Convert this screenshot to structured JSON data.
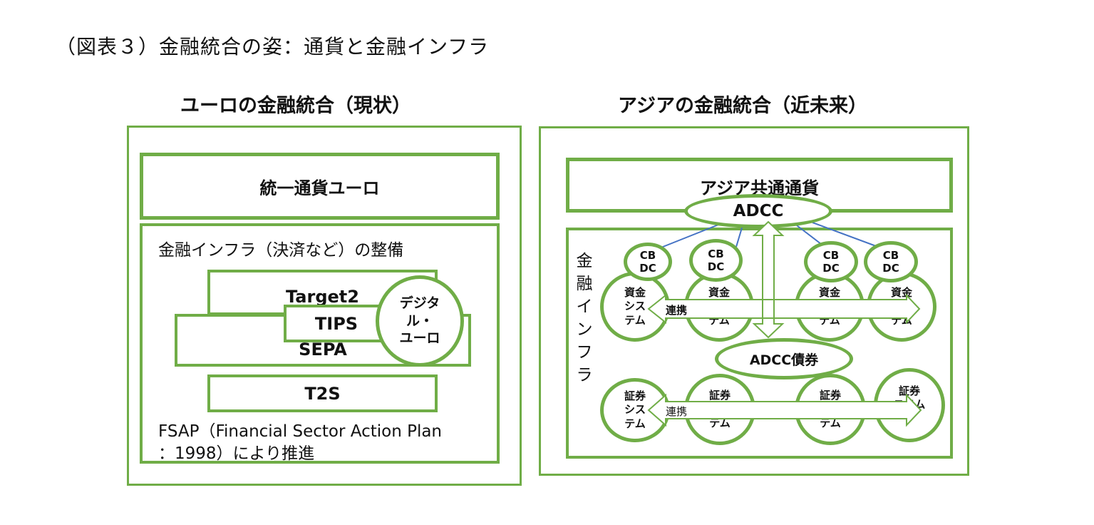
{
  "figure_title": "（図表３）金融統合の姿：通貨と金融インフラ",
  "euro": {
    "title": "ユーロの金融統合（現状）",
    "currency": "統一通貨ユーロ",
    "infra_label": "金融インフラ（決済など）の整備",
    "target2": "Target2",
    "tips": "TIPS",
    "sepa": "SEPA",
    "digital_euro_1": "デジタ",
    "digital_euro_2": "ル・",
    "digital_euro_3": "ユーロ",
    "t2s": "T2S",
    "fsap_1": "FSAP（Financial Sector Action Plan",
    "fsap_2": "：1998）により推進"
  },
  "asia": {
    "title": "アジアの金融統合（近未来）",
    "currency": "アジア共通通貨",
    "adcc": "ADCC",
    "infra_vertical": [
      "金",
      "融",
      "イ",
      "ン",
      "フ",
      "ラ"
    ],
    "cbdc_1": "CB",
    "cbdc_2": "DC",
    "fund_system_1": "資金",
    "fund_system_2": "シス",
    "fund_system_3": "テム",
    "fund_partial": "資金",
    "fund_partial_tail": "テム",
    "link": "連携",
    "adcc_bond": "ADCC債券",
    "sec_system_1": "証券",
    "sec_system_2": "シス",
    "sec_system_3": "テム",
    "sec_partial": "証券",
    "sec_partial_tail": "テム",
    "sec_right_2": "ステム"
  },
  "colors": {
    "green": "#70ad47",
    "blue_line": "#4472c4"
  }
}
